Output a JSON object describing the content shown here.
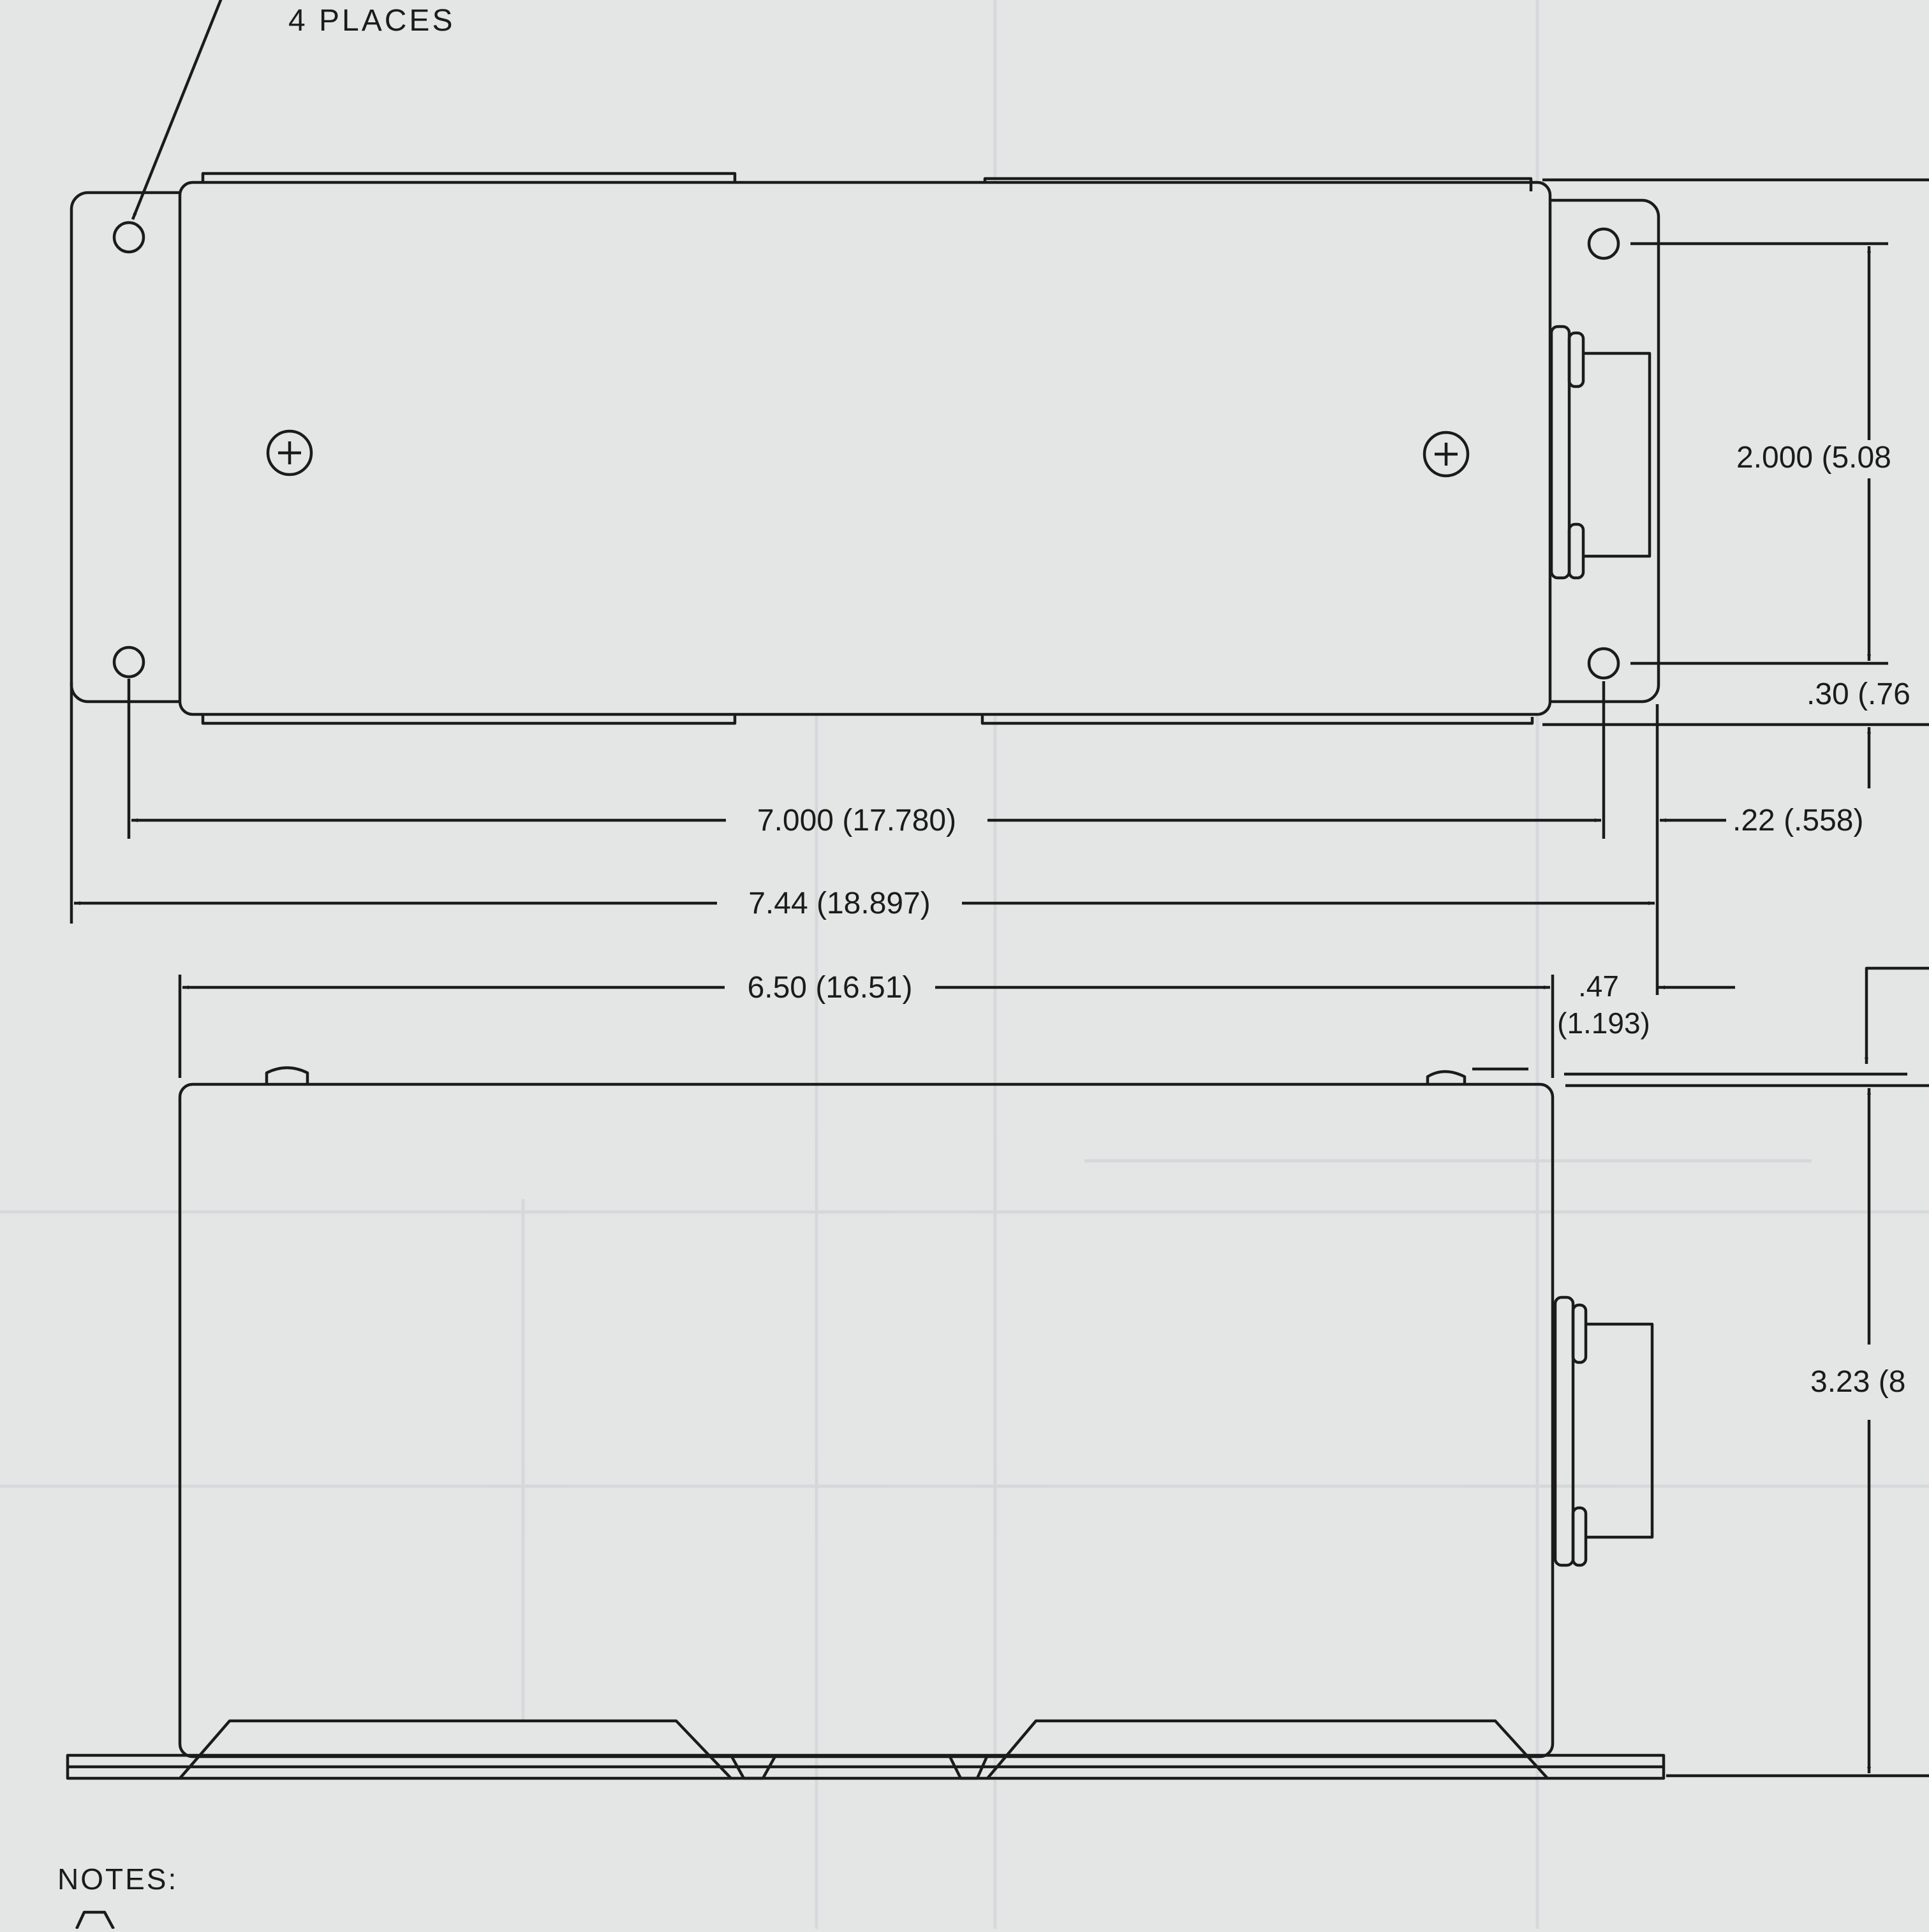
{
  "drawing": {
    "callout": {
      "text": "4 PLACES"
    },
    "top_view": {
      "dims": {
        "height": "2.000 (5.08",
        "offset_top": ".30 (.76",
        "hole_span": "7.000 (17.780)",
        "flange_edge": ".22 (.558)",
        "overall_length": "7.44 (18.897)"
      }
    },
    "side_view": {
      "dims": {
        "body_length": "6.50 (16.51)",
        "overhang_a": ".47",
        "overhang_b": "(1.193)",
        "height": "3.23 (8"
      }
    },
    "notes": {
      "label": "NOTES:"
    }
  },
  "colors": {
    "paper": "#e4e6e6",
    "ink": "#1b1b1b"
  }
}
